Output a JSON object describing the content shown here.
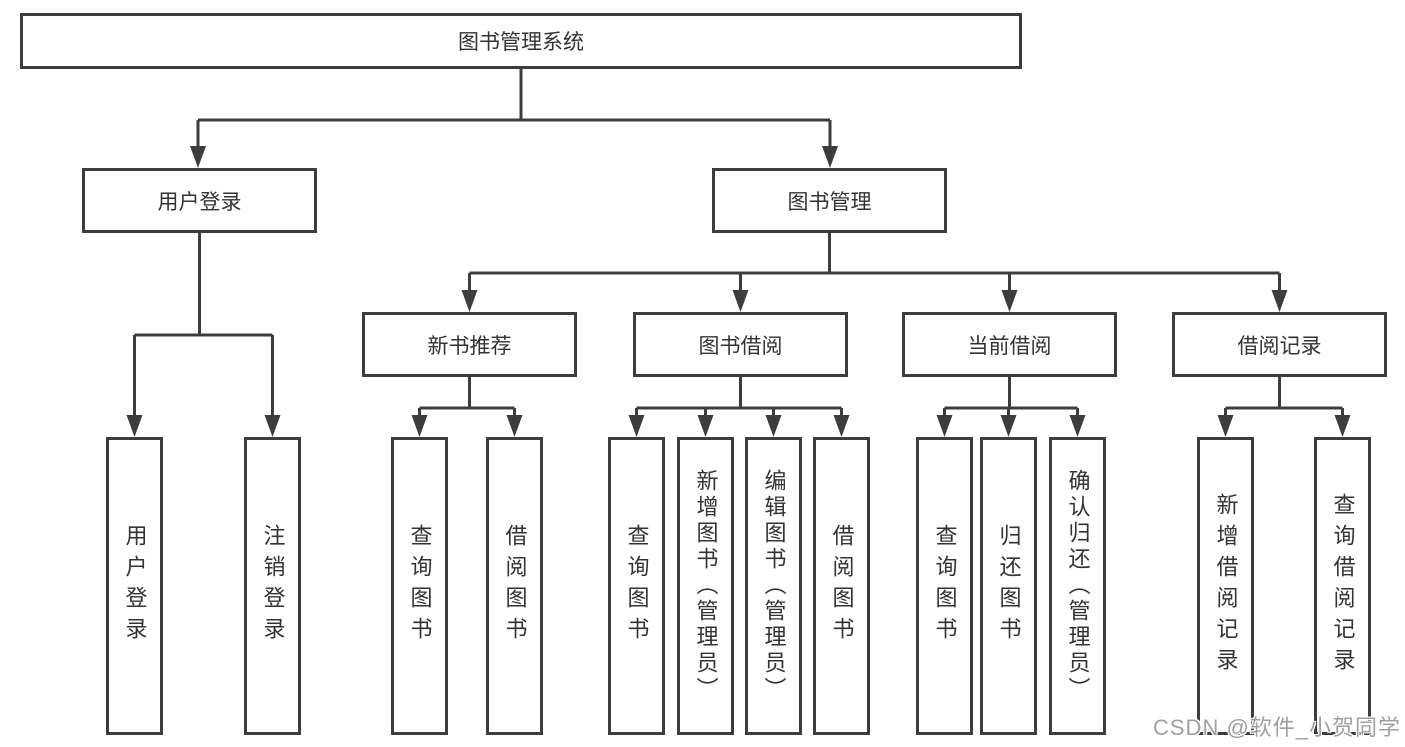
{
  "watermark": "CSDN @软件_小贺同学",
  "colors": {
    "line": "#3d3d3d",
    "box_border": "#3d3d3d",
    "text": "#333333",
    "background": "#ffffff",
    "watermark_text": "#a0a0a4"
  },
  "tree": {
    "label": "图书管理系统",
    "children": [
      {
        "label": "用户登录",
        "children": [
          {
            "label": "用户登录"
          },
          {
            "label": "注销登录"
          }
        ]
      },
      {
        "label": "图书管理",
        "children": [
          {
            "label": "新书推荐",
            "children": [
              {
                "label": "查询图书"
              },
              {
                "label": "借阅图书"
              }
            ]
          },
          {
            "label": "图书借阅",
            "children": [
              {
                "label": "查询图书"
              },
              {
                "label": "新增图书（管理员）"
              },
              {
                "label": "编辑图书（管理员）"
              },
              {
                "label": "借阅图书"
              }
            ]
          },
          {
            "label": "当前借阅",
            "children": [
              {
                "label": "查询图书"
              },
              {
                "label": "归还图书"
              },
              {
                "label": "确认归还（管理员）"
              }
            ]
          },
          {
            "label": "借阅记录",
            "children": [
              {
                "label": "新增借阅记录"
              },
              {
                "label": "查询借阅记录"
              }
            ]
          }
        ]
      }
    ]
  }
}
